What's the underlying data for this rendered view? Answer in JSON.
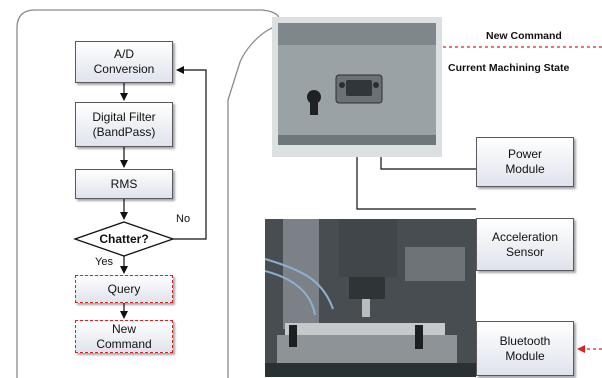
{
  "flowchart": {
    "steps": [
      {
        "label": "A/D\nConversion"
      },
      {
        "label": "Digital Filter\n(BandPass)"
      },
      {
        "label": "RMS"
      }
    ],
    "decision": {
      "label": "Chatter?",
      "no_label": "No",
      "yes_label": "Yes"
    },
    "actions": [
      {
        "label": "Query"
      },
      {
        "label": "New\nCommand"
      }
    ]
  },
  "signals": {
    "new_command": "New Command",
    "current_state": "Current Machining State"
  },
  "modules": {
    "power": "Power\nModule",
    "sensor": "Acceleration\nSensor",
    "bluetooth": "Bluetooth\nModule"
  },
  "colors": {
    "dashed_line": "#e02020",
    "box_border": "#59595e",
    "box_gradient_end": "#dfe3ec"
  }
}
